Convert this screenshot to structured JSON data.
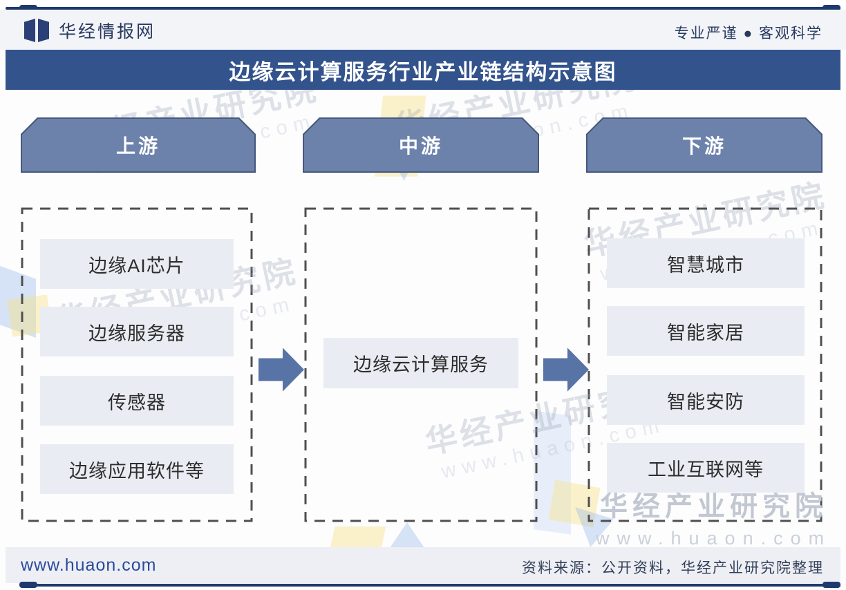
{
  "header": {
    "logo_icon": "open-book-logo",
    "brand": "华经情报网",
    "slogan": "专业严谨 ● 客观科学"
  },
  "title": "边缘云计算服务行业产业链结构示意图",
  "columns": [
    {
      "header": "上游",
      "items": [
        "边缘AI芯片",
        "边缘服务器",
        "传感器",
        "边缘应用软件等"
      ]
    },
    {
      "header": "中游",
      "items": [
        "边缘云计算服务"
      ]
    },
    {
      "header": "下游",
      "items": [
        "智慧城市",
        "智能家居",
        "智能安防",
        "工业互联网等"
      ]
    }
  ],
  "arrows": [
    "upstream-to-midstream",
    "midstream-to-downstream"
  ],
  "footer": {
    "site": "www.huaon.com",
    "source": "资料来源：公开资料，华经产业研究院整理"
  },
  "watermark": {
    "name": "华经产业研究院",
    "url": "www.huaon.com"
  },
  "colors": {
    "title_bar": "#33538c",
    "tab_fill": "#6d82ab",
    "tab_border": "#46587d",
    "item_box": "#e9ecf2",
    "arrow": "#5873a5",
    "accent_line": "#1e3a6d",
    "footer_band": "#edeff4",
    "dashed_border": "#4f4f4f"
  }
}
